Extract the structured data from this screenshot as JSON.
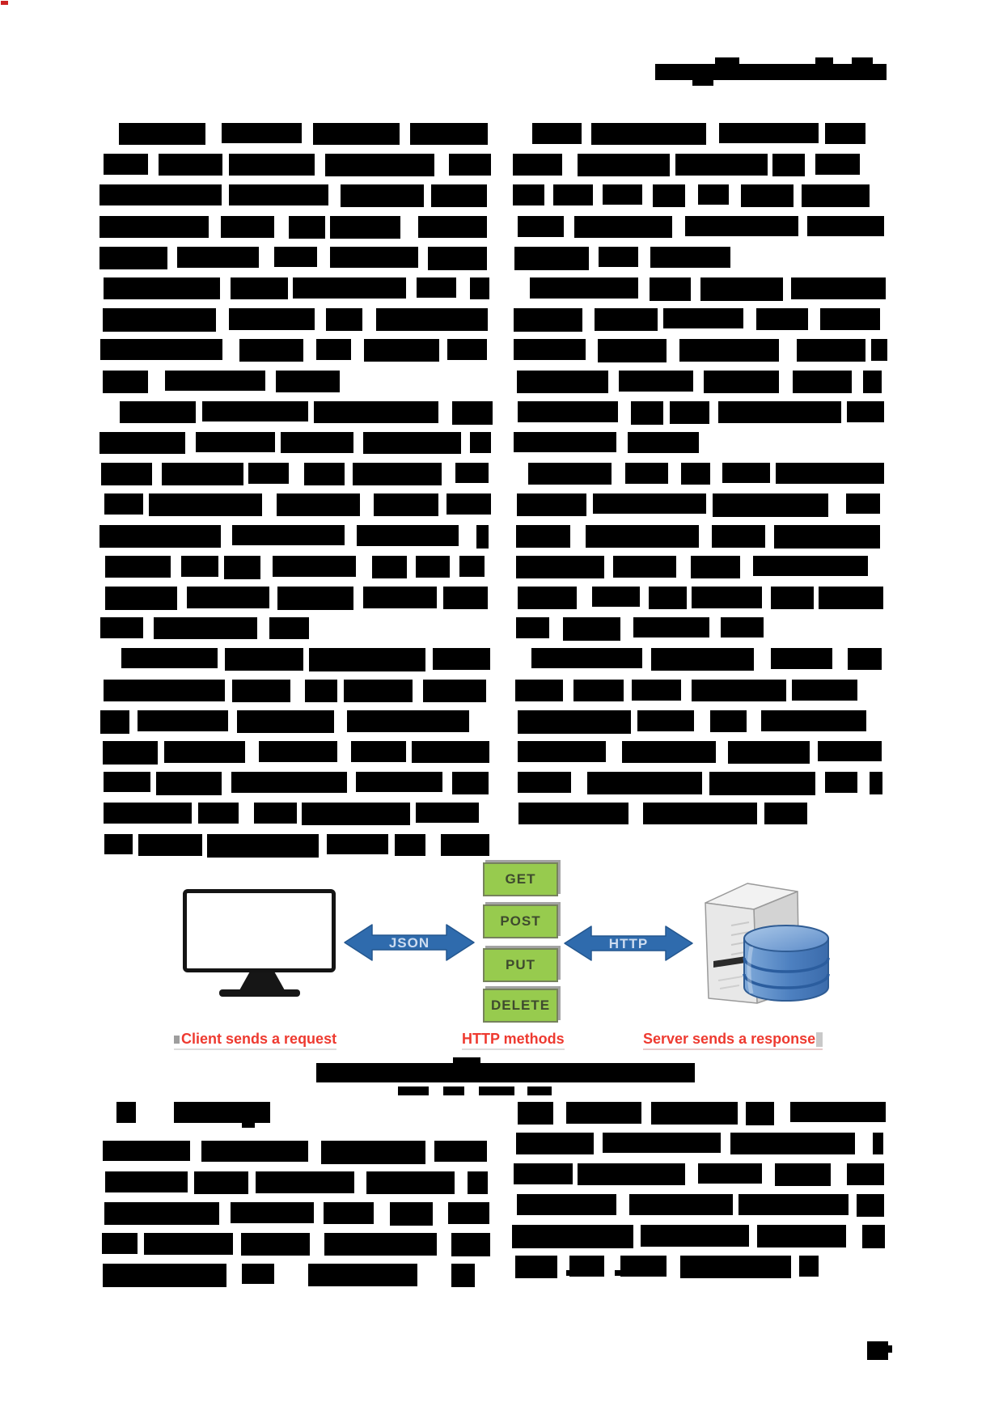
{
  "figure": {
    "http_methods": [
      "GET",
      "POST",
      "PUT",
      "DELETE"
    ],
    "left_arrow_label": "JSON",
    "right_arrow_label": "HTTP",
    "captions": {
      "client": {
        "text": "Client sends a ",
        "bold": "request"
      },
      "methods": {
        "text": "HTTP methods"
      },
      "server": {
        "text": "Server sends a ",
        "bold": "response"
      }
    },
    "colors": {
      "button_green": "#97cb4e",
      "button_text": "#3e4a2e",
      "arrow_blue": "#2f6bad",
      "caption_red": "#ee3a30",
      "database_blue": "#4d80c0",
      "server_gray": "#e8e8e8"
    }
  }
}
